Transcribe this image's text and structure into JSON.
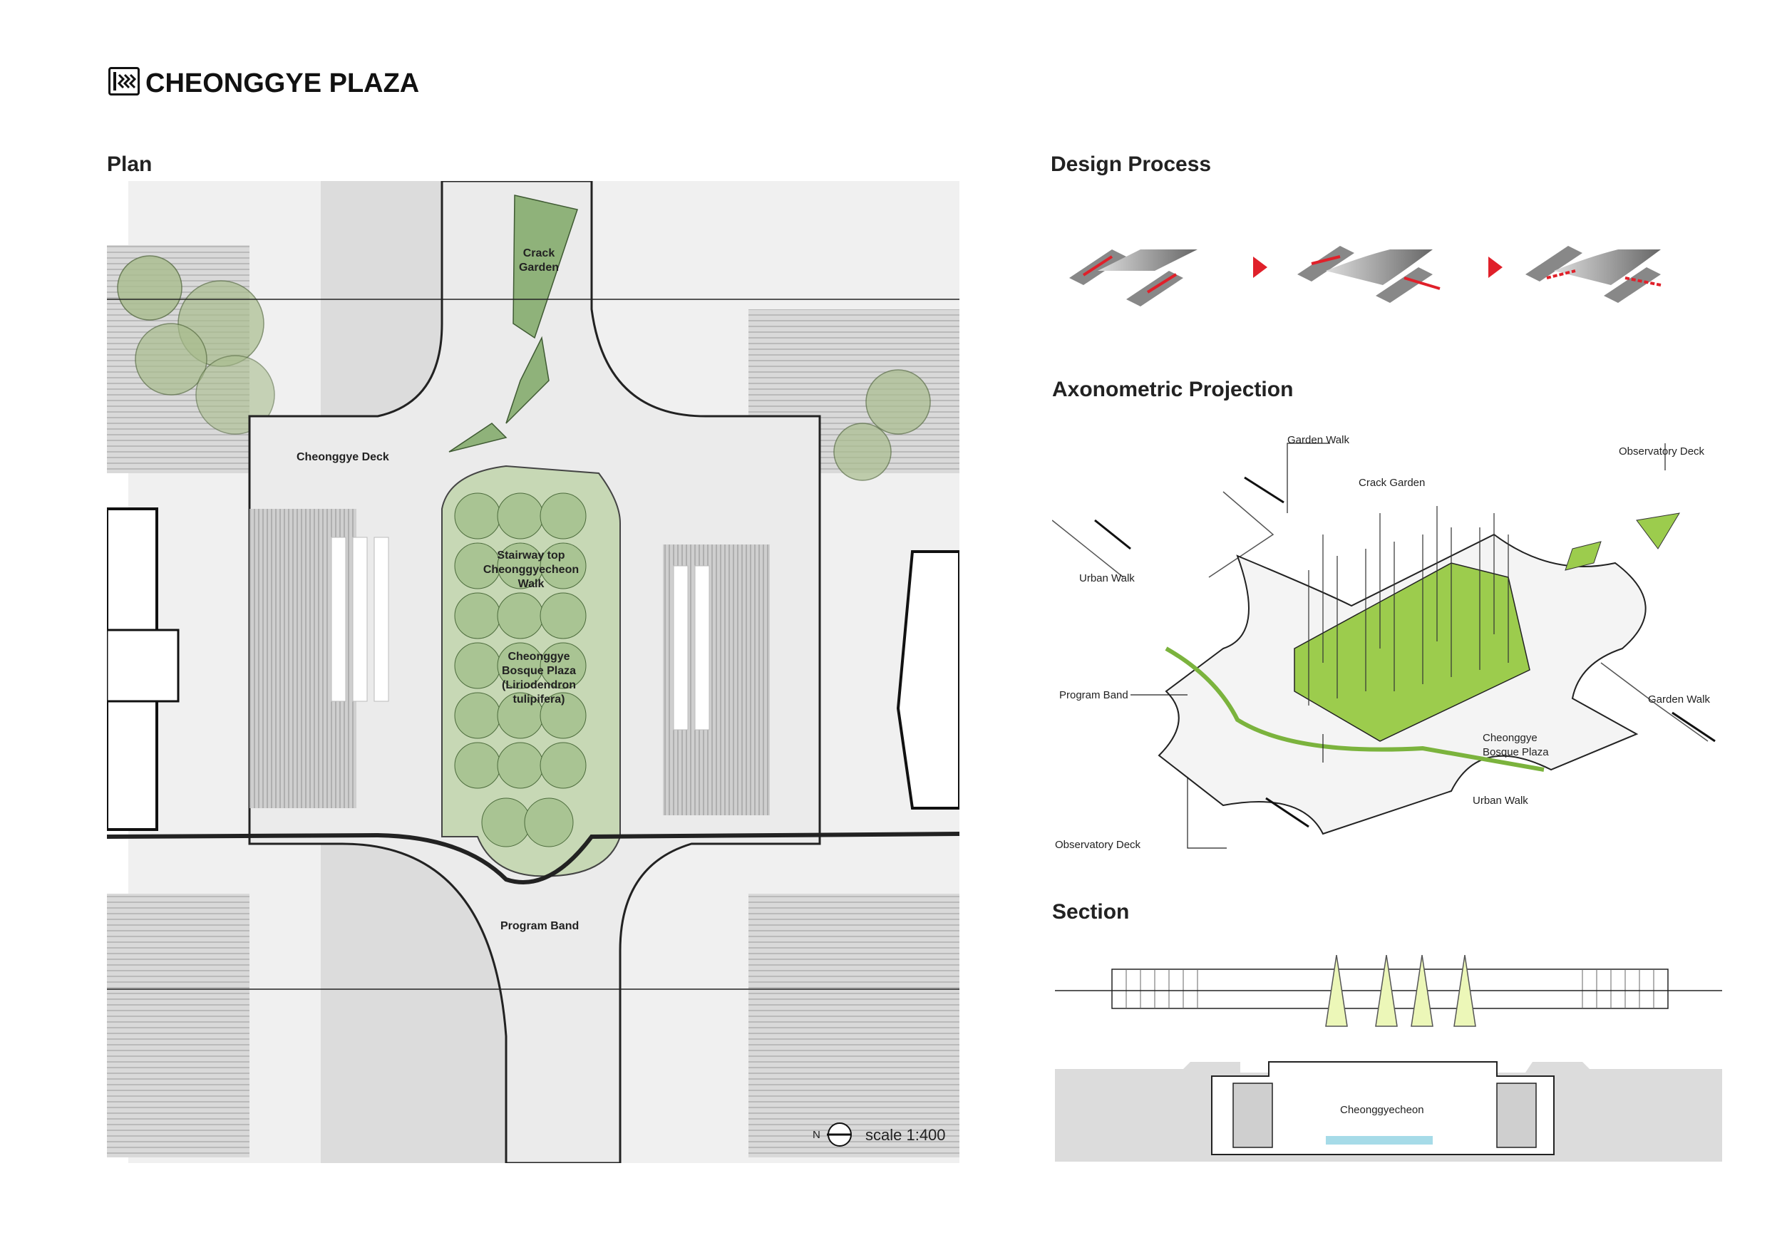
{
  "title": "CHEONGGYE PLAZA",
  "sections": {
    "plan": "Plan",
    "design_process": "Design Process",
    "axonometric": "Axonometric Projection",
    "section": "Section"
  },
  "plan_labels": {
    "crack_garden_1": "Crack",
    "crack_garden_2": "Garden",
    "cheonggye_deck": "Cheonggye Deck",
    "stairway_1": "Stairway top",
    "stairway_2": "Cheonggyecheon",
    "stairway_3": "Walk",
    "bosque_1": "Cheonggye",
    "bosque_2": "Bosque Plaza",
    "bosque_3": "(Liriodendron",
    "bosque_4": "tulipifera)",
    "program_band": "Program Band",
    "north": "N",
    "scale": "scale 1:400"
  },
  "axo_labels": {
    "garden_walk_top": "Garden Walk",
    "crack_garden": "Crack Garden",
    "observatory_deck_top": "Observatory Deck",
    "urban_walk_left": "Urban Walk",
    "program_band": "Program Band",
    "garden_walk_right": "Garden Walk",
    "bosque_1": "Cheonggye",
    "bosque_2": "Bosque Plaza",
    "urban_walk_bottom": "Urban Walk",
    "observatory_deck_bottom": "Observatory Deck"
  },
  "section_labels": {
    "stream": "Cheonggyecheon"
  },
  "colors": {
    "green_fill": "#8fb27a",
    "bright_green": "#9ccc4d",
    "deck_gray": "#e6e6e6",
    "arrow_red": "#e0202a",
    "water": "#a6dbe8"
  },
  "icons": [
    "logo-icon",
    "north-arrow-icon"
  ]
}
